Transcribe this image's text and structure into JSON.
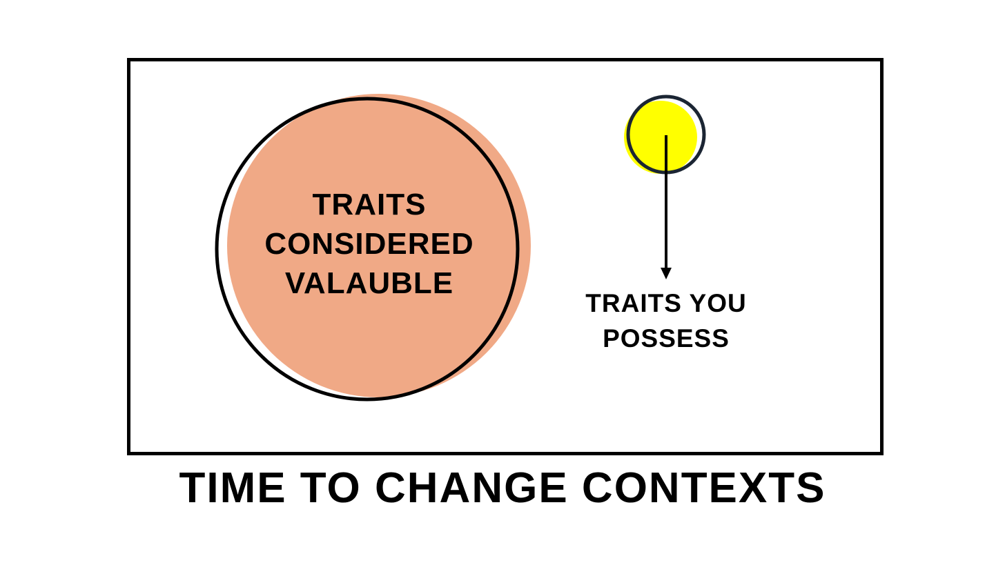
{
  "diagram": {
    "big_circle_label": "TRAITS\nCONSIDERED\nVALAUBLE",
    "small_circle_label": "TRAITS YOU\nPOSSESS",
    "caption": "TIME TO CHANGE CONTEXTS"
  },
  "colors": {
    "big_fill": "#F0A986",
    "small_fill": "#FFFF00",
    "outline": "#000000",
    "small_outline": "#1B2533"
  }
}
